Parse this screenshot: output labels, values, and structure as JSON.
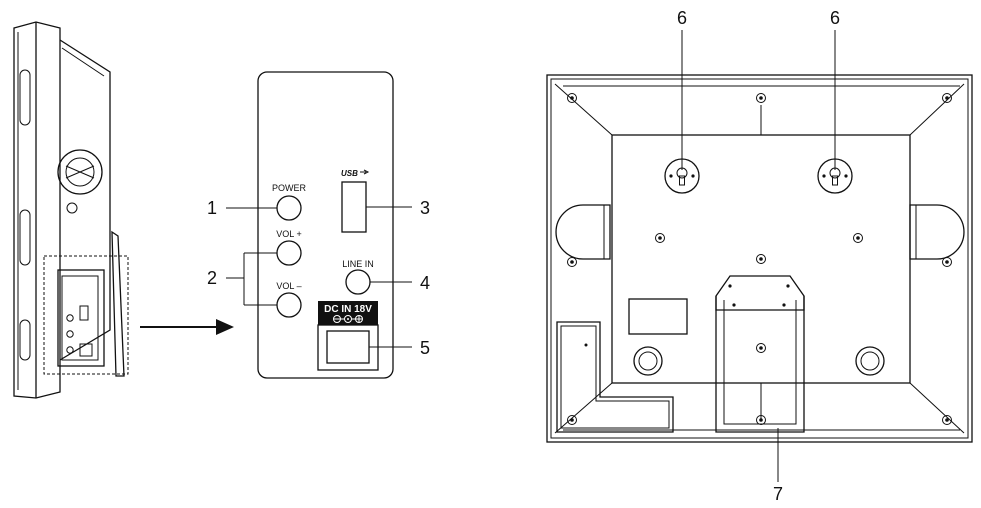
{
  "panel": {
    "power_label": "POWER",
    "vol_plus_label": "VOL +",
    "vol_minus_label": "VOL –",
    "usb_label": "USB",
    "line_in_label": "LINE IN",
    "dc_in_label": "DC IN 18V"
  },
  "callouts": {
    "power": "1",
    "volume": "2",
    "usb": "3",
    "line_in": "4",
    "dc_in": "5",
    "wall_mount_left": "6",
    "wall_mount_right": "6",
    "stand": "7"
  }
}
